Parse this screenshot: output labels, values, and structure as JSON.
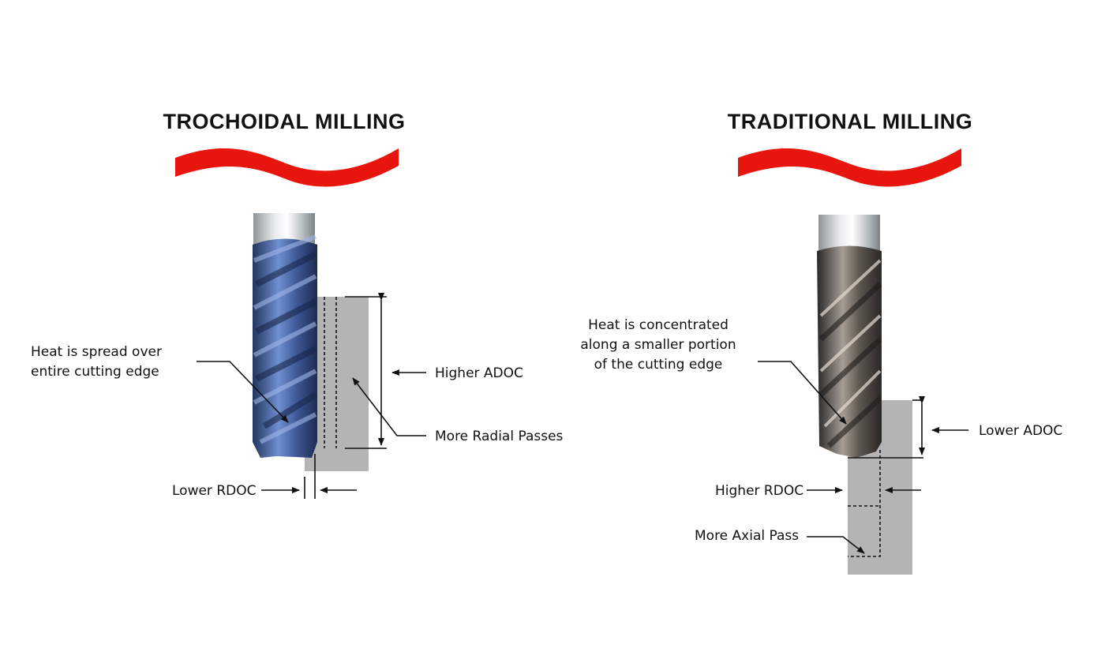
{
  "trochoidal": {
    "title": "TROCHOIDAL MILLING",
    "heat_line1": "Heat is spread over",
    "heat_line2": "entire cutting edge",
    "higher_adoc": "Higher ADOC",
    "more_radial": "More Radial Passes",
    "lower_rdoc": "Lower RDOC",
    "tool_color": "#3f5f9e"
  },
  "traditional": {
    "title": "TRADITIONAL MILLING",
    "heat_line1": "Heat is concentrated",
    "heat_line2": "along a smaller portion",
    "heat_line3": "of the cutting edge",
    "lower_adoc": "Lower ADOC",
    "higher_rdoc": "Higher RDOC",
    "more_axial": "More Axial Pass",
    "tool_color": "#6b625c"
  },
  "colors": {
    "accent": "#e8140e",
    "material": "#b4b4b4"
  }
}
